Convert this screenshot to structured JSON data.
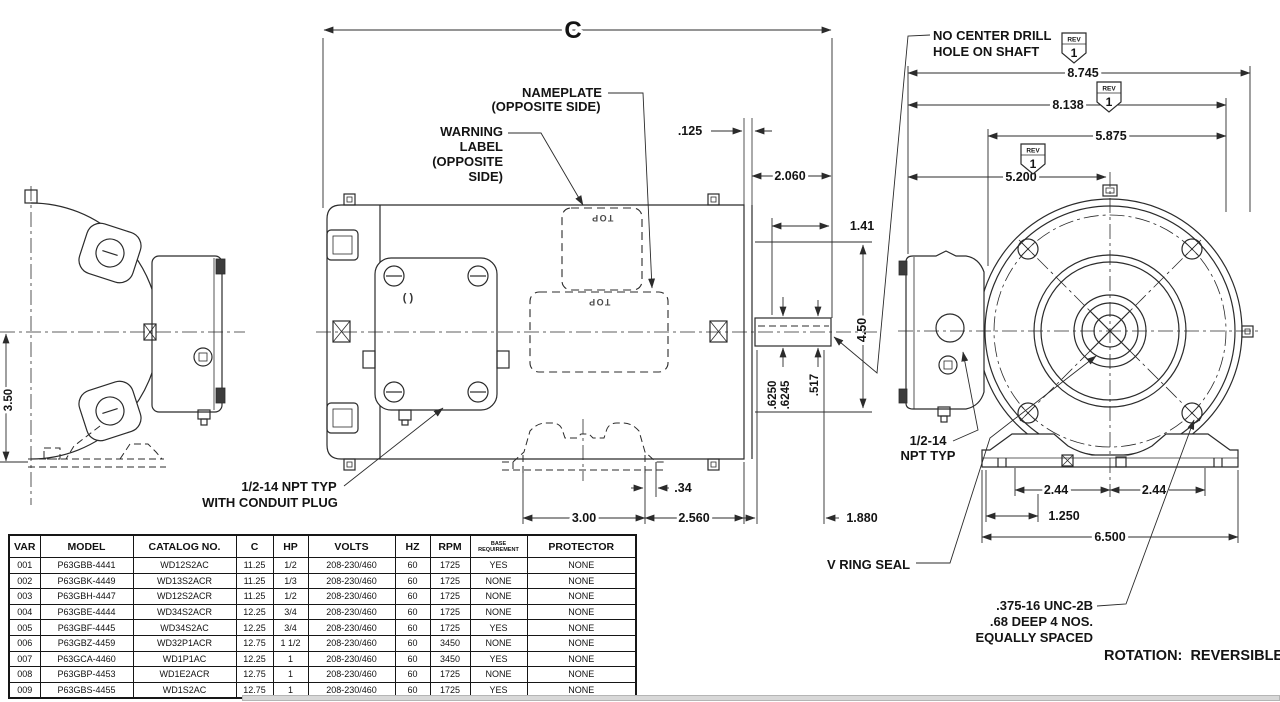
{
  "dims": {
    "c": "C",
    "d125": ".125",
    "d2060": "2.060",
    "d141": "1.41",
    "d450": "4.50",
    "d6250": ".6250",
    "d6245": ".6245",
    "d517": ".517",
    "d350": "3.50",
    "d300": "3.00",
    "d2560": "2.560",
    "d1880": "1.880",
    "d34": ".34",
    "d8745": "8.745",
    "d8138": "8.138",
    "d5875": "5.875",
    "d5200": "5.200",
    "d244": "2.44",
    "d1250": "1.250",
    "d6500": "6.500"
  },
  "annotations": {
    "no_center_drill_1": "NO CENTER DRILL",
    "no_center_drill_2": "HOLE ON SHAFT",
    "nameplate_1": "NAMEPLATE",
    "nameplate_2": "(OPPOSITE SIDE)",
    "warning_1": "WARNING",
    "warning_2": "LABEL",
    "warning_3": "(OPPOSITE",
    "warning_4": "SIDE)",
    "conduit_1": "1/2-14 NPT TYP",
    "conduit_2": "WITH CONDUIT PLUG",
    "npt_1": "1/2-14",
    "npt_2": "NPT TYP",
    "v_ring_seal": "V RING SEAL",
    "unc_1": ".375-16 UNC-2B",
    "unc_2": ".68 DEEP 4 NOS.",
    "unc_3": "EQUALLY SPACED",
    "rotation": "ROTATION:  REVERSIBLE",
    "top_mark": "TOP",
    "box_mark": "( )",
    "rev_label": "REV",
    "rev_number": "1"
  },
  "table": {
    "headers": [
      "VAR",
      "MODEL",
      "CATALOG NO.",
      "C",
      "HP",
      "VOLTS",
      "HZ",
      "RPM",
      "BASE REQUIREMENT",
      "PROTECTOR"
    ],
    "rows": [
      [
        "001",
        "P63GBB-4441",
        "WD12S2AC",
        "11.25",
        "1/2",
        "208-230/460",
        "60",
        "1725",
        "YES",
        "NONE"
      ],
      [
        "002",
        "P63GBK-4449",
        "WD13S2ACR",
        "11.25",
        "1/3",
        "208-230/460",
        "60",
        "1725",
        "NONE",
        "NONE"
      ],
      [
        "003",
        "P63GBH-4447",
        "WD12S2ACR",
        "11.25",
        "1/2",
        "208-230/460",
        "60",
        "1725",
        "NONE",
        "NONE"
      ],
      [
        "004",
        "P63GBE-4444",
        "WD34S2ACR",
        "12.25",
        "3/4",
        "208-230/460",
        "60",
        "1725",
        "NONE",
        "NONE"
      ],
      [
        "005",
        "P63GBF-4445",
        "WD34S2AC",
        "12.25",
        "3/4",
        "208-230/460",
        "60",
        "1725",
        "YES",
        "NONE"
      ],
      [
        "006",
        "P63GBZ-4459",
        "WD32P1ACR",
        "12.75",
        "1 1/2",
        "208-230/460",
        "60",
        "3450",
        "NONE",
        "NONE"
      ],
      [
        "007",
        "P63GCA-4460",
        "WD1P1AC",
        "12.25",
        "1",
        "208-230/460",
        "60",
        "3450",
        "YES",
        "NONE"
      ],
      [
        "008",
        "P63GBP-4453",
        "WD1E2ACR",
        "12.75",
        "1",
        "208-230/460",
        "60",
        "1725",
        "NONE",
        "NONE"
      ],
      [
        "009",
        "P63GBS-4455",
        "WD1S2AC",
        "12.75",
        "1",
        "208-230/460",
        "60",
        "1725",
        "YES",
        "NONE"
      ]
    ]
  },
  "colors": {
    "line": "#2b2b2b",
    "text": "#141414",
    "background": "#ffffff",
    "bottom_bar": "#d8d8d8"
  }
}
